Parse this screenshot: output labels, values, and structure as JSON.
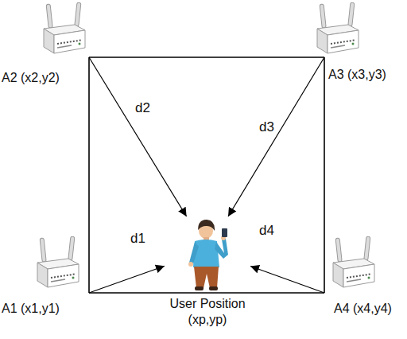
{
  "diagram": {
    "nodes": [
      {
        "text": [
          "A2 (x2,y2)"
        ]
      },
      {
        "text": [
          "A3 (x3,y3)"
        ]
      },
      {
        "text": [
          "A1 (x1,y1)"
        ]
      },
      {
        "text": [
          "User Position (xp,yp)"
        ]
      },
      {
        "text": [
          "A4 (x4,y4)"
        ]
      }
    ],
    "edges": [
      {
        "from": 0,
        "to": 3,
        "arrow": "to",
        "label": "d2"
      },
      {
        "from": 1,
        "to": 3,
        "arrow": "to",
        "label": "d3"
      },
      {
        "from": 2,
        "to": 3,
        "arrow": "to",
        "label": "d1"
      },
      {
        "from": 4,
        "to": 3,
        "arrow": "to",
        "label": "d4"
      },
      {
        "from": 0,
        "to": 1,
        "arrow": "none"
      },
      {
        "from": 0,
        "to": 2,
        "arrow": "none"
      },
      {
        "from": 1,
        "to": 4,
        "arrow": "none"
      },
      {
        "from": 2,
        "to": 4,
        "arrow": "none"
      }
    ]
  }
}
